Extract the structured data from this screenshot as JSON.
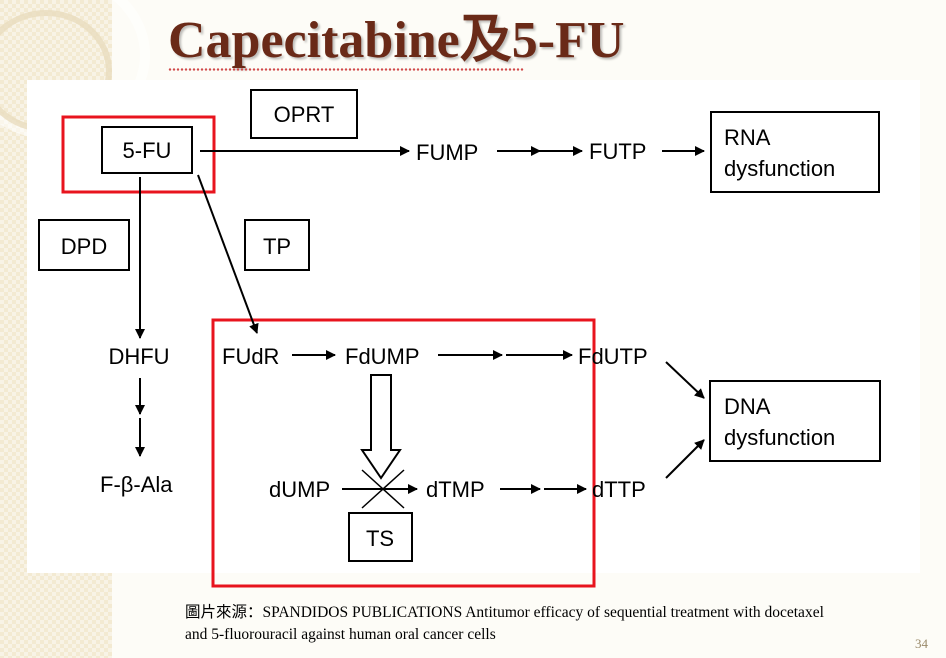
{
  "slide": {
    "title": "Capecitabine及5-FU",
    "caption_prefix": "圖片來源：",
    "caption_text": "SPANDIDOS PUBLICATIONS  Antitumor efficacy of sequential treatment with docetaxel and 5-fluorouracil against human oral cancer cells",
    "page_number": "34"
  },
  "diagram": {
    "nodes": {
      "oprt": "OPRT",
      "fu5": "5-FU",
      "fump": "FUMP",
      "futp": "FUTP",
      "rna_line1": "RNA",
      "rna_line2": "dysfunction",
      "dpd": "DPD",
      "tp": "TP",
      "dhfu": "DHFU",
      "f_beta_ala": "F-β-Ala",
      "fudr": "FUdR",
      "fdump": "FdUMP",
      "fdutp": "FdUTP",
      "dna_line1": "DNA",
      "dna_line2": "dysfunction",
      "dump": "dUMP",
      "dtmp": "dTMP",
      "dttp": "dTTP",
      "ts": "TS"
    },
    "colors": {
      "highlight": "#e8141e",
      "line": "#000000",
      "title": "#6a2a18"
    }
  }
}
